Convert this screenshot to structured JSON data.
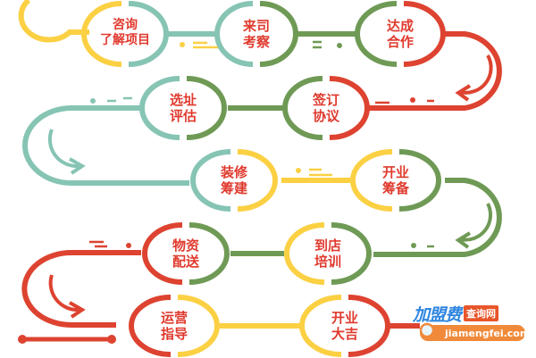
{
  "diagram": {
    "type": "serpentine-process-flow",
    "colors": {
      "yellow": "#fbd043",
      "teal": "#86c4b4",
      "green": "#6f9a55",
      "red": "#dd4330",
      "label": "#e03a2e"
    },
    "nodes": [
      {
        "id": "n1",
        "line1": "咨询",
        "line2": "了解项目",
        "row": 1
      },
      {
        "id": "n2",
        "line1": "来司",
        "line2": "考察",
        "row": 1
      },
      {
        "id": "n3",
        "line1": "达成",
        "line2": "合作",
        "row": 1
      },
      {
        "id": "n4",
        "line1": "签订",
        "line2": "协议",
        "row": 2
      },
      {
        "id": "n5",
        "line1": "选址",
        "line2": "评估",
        "row": 2
      },
      {
        "id": "n6",
        "line1": "装修",
        "line2": "筹建",
        "row": 3
      },
      {
        "id": "n7",
        "line1": "开业",
        "line2": "筹备",
        "row": 3
      },
      {
        "id": "n8",
        "line1": "到店",
        "line2": "培训",
        "row": 4
      },
      {
        "id": "n9",
        "line1": "物资",
        "line2": "配送",
        "row": 4
      },
      {
        "id": "n10",
        "line1": "运营",
        "line2": "指导",
        "row": 5
      },
      {
        "id": "n11",
        "line1": "开业",
        "line2": "大吉",
        "row": 5
      }
    ],
    "sequence": [
      "咨询了解项目",
      "来司考察",
      "达成合作",
      "签订协议",
      "选址评估",
      "装修筹建",
      "开业筹备",
      "到店培训",
      "物资配送",
      "运营指导",
      "开业大吉"
    ]
  },
  "watermark": {
    "brand": "加盟费",
    "tag": "查询网",
    "url": "jiamengfei.com"
  }
}
